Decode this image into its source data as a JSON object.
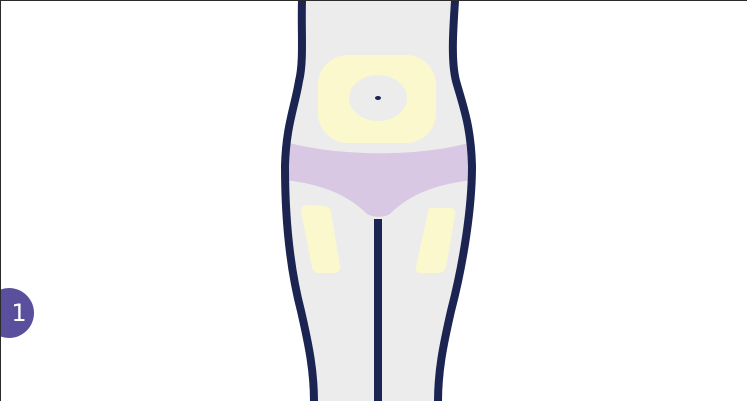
{
  "diagram": {
    "step_number": "1",
    "colors": {
      "outline": "#1c2452",
      "skin": "#ececec",
      "injection_zone": "#fbf8cd",
      "underwear": "#d8c8e3",
      "badge": "#5a4f9c"
    },
    "regions": [
      {
        "id": "abdomen",
        "zone": "injection_zone"
      },
      {
        "id": "left-thigh",
        "zone": "injection_zone"
      },
      {
        "id": "right-thigh",
        "zone": "injection_zone"
      },
      {
        "id": "underwear",
        "zone": "underwear"
      }
    ]
  }
}
